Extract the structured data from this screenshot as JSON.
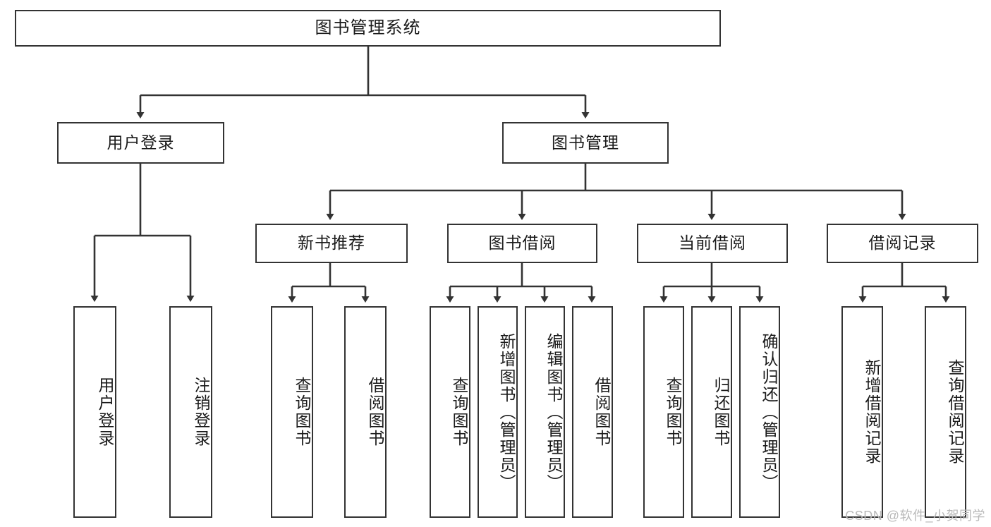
{
  "diagram": {
    "type": "tree",
    "title": "图书管理系统",
    "orientation": "top-down",
    "colors": {
      "node_border": "#333333",
      "node_fill": "#ffffff",
      "edge": "#333333",
      "text": "#1a1a1a",
      "watermark": "#b9b9b9",
      "background": "#ffffff"
    },
    "root": {
      "label": "图书管理系统"
    },
    "level1": [
      {
        "label": "用户登录"
      },
      {
        "label": "图书管理"
      }
    ],
    "level2": [
      {
        "label": "新书推荐"
      },
      {
        "label": "图书借阅"
      },
      {
        "label": "当前借阅"
      },
      {
        "label": "借阅记录"
      }
    ],
    "leaves": {
      "user_login": [
        {
          "label": "用户登录"
        },
        {
          "label": "注销登录"
        }
      ],
      "new_book_recommend": [
        {
          "label": "查询图书"
        },
        {
          "label": "借阅图书"
        }
      ],
      "book_borrow": [
        {
          "label": "查询图书"
        },
        {
          "label": "新增图书（管理员）"
        },
        {
          "label": "编辑图书（管理员）"
        },
        {
          "label": "借阅图书"
        }
      ],
      "current_borrow": [
        {
          "label": "查询图书"
        },
        {
          "label": "归还图书"
        },
        {
          "label": "确认归还（管理员）"
        }
      ],
      "borrow_record": [
        {
          "label": "新增借阅记录"
        },
        {
          "label": "查询借阅记录"
        }
      ]
    }
  },
  "watermark": {
    "text": "CSDN @软件_小贺同学"
  }
}
